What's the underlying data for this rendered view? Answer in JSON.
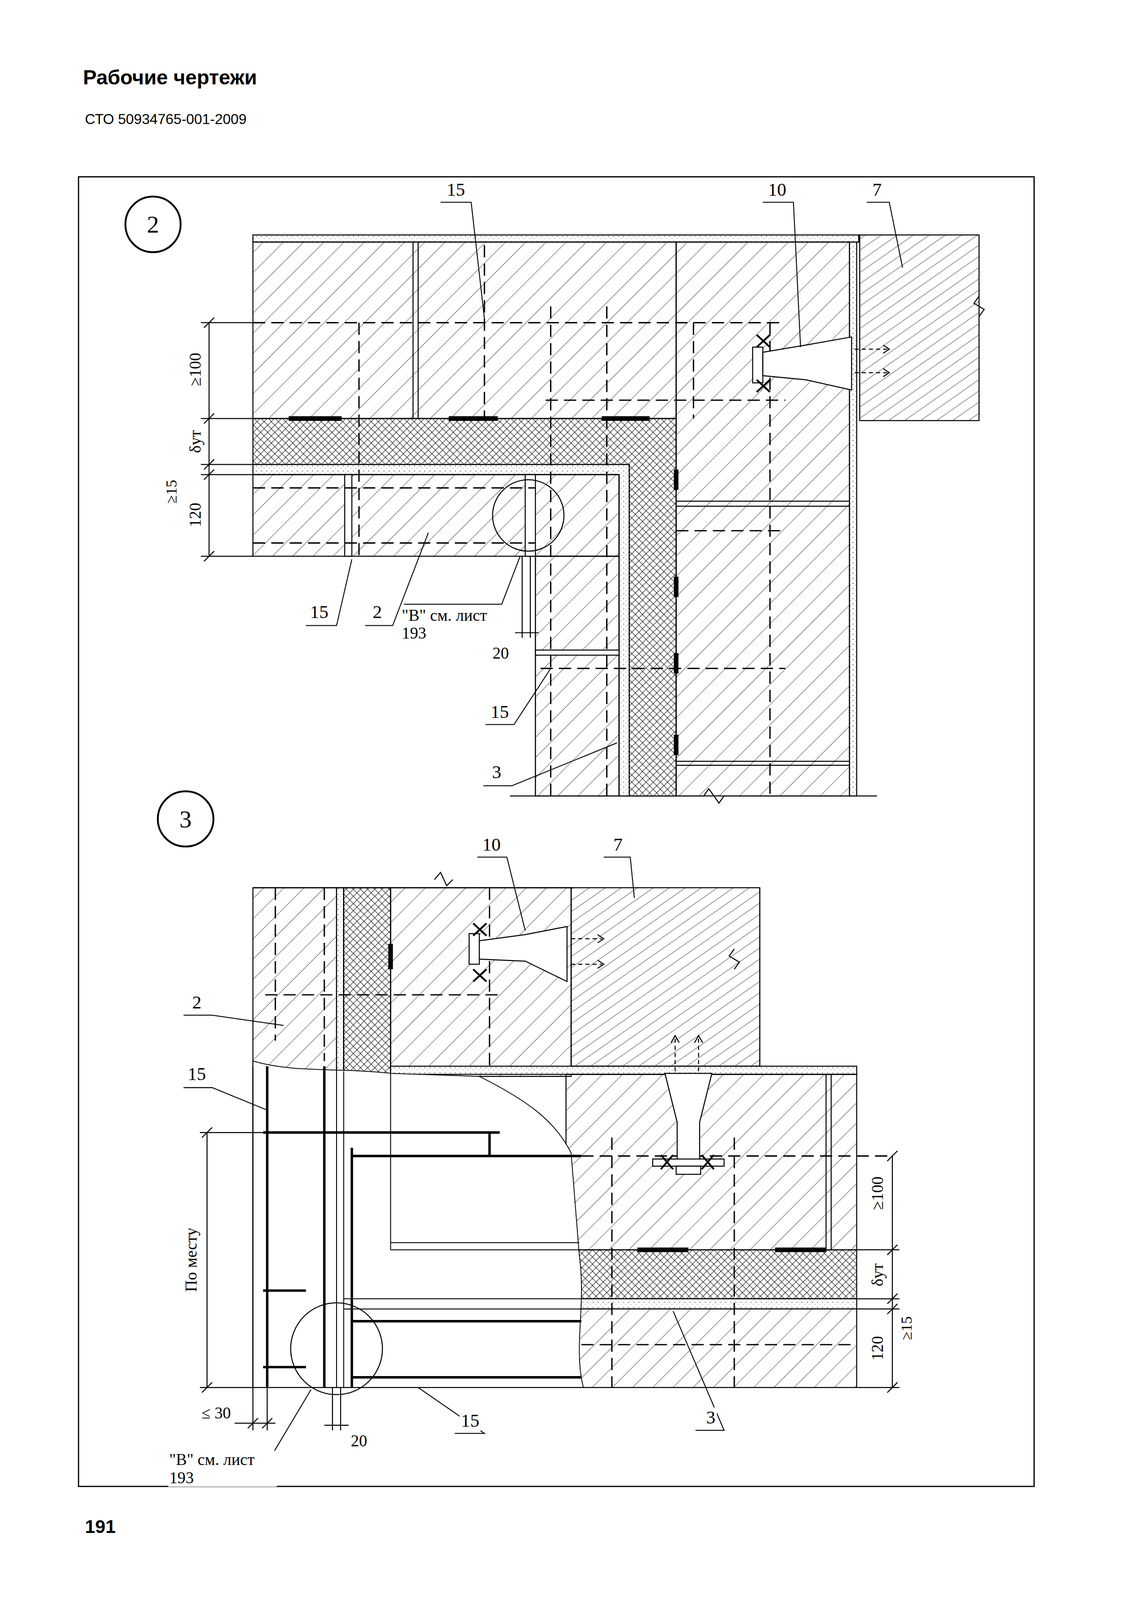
{
  "diagram": {
    "title": "Рабочие чертежи",
    "nodes": [
      {
        "text": [
          "2"
        ]
      },
      {
        "text": [
          "3"
        ]
      }
    ],
    "labels": [
      "СТО 50934765-001-2009",
      "15",
      "10",
      "7",
      "≥100",
      "δут",
      "≥15",
      "120",
      "15",
      "2",
      "\"В\" см. лист 193",
      "20",
      "15",
      "3",
      "10",
      "7",
      "2",
      "15",
      "≥100",
      "По месту",
      "δут",
      "≥15",
      "120",
      "≤ 30",
      "20",
      "15",
      "3",
      "\"В\" см. лист 193",
      "191"
    ]
  }
}
